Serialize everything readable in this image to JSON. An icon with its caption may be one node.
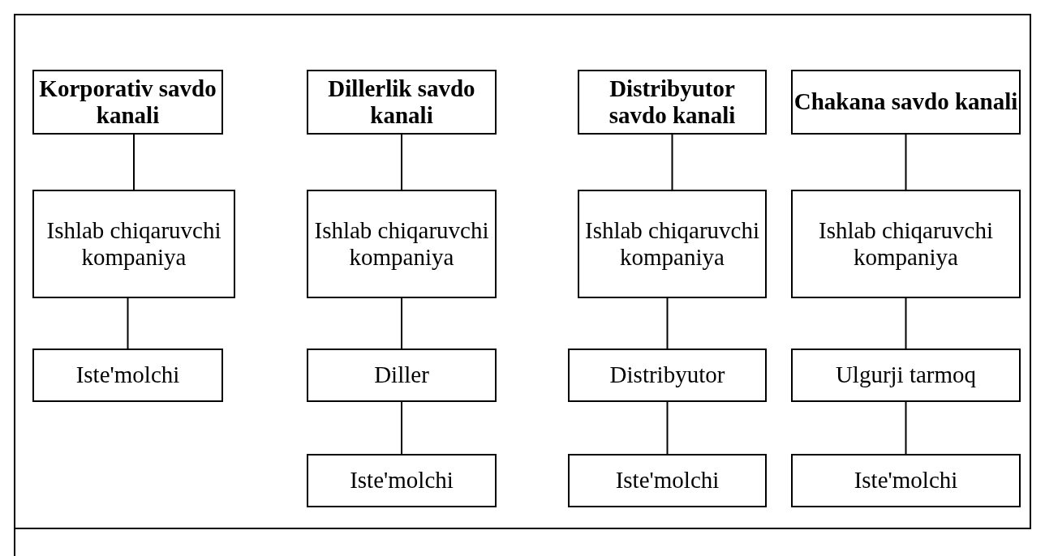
{
  "diagram": {
    "nodes": [
      {
        "text": [
          "Korporativ savdo kanali"
        ]
      },
      {
        "text": [
          "Dillerlik savdo kanali"
        ]
      },
      {
        "text": [
          "Distribyutor savdo kanali"
        ]
      },
      {
        "text": [
          "Chakana savdo kanali"
        ]
      },
      {
        "text": [
          "Ishlab chiqaruvchi kompaniya"
        ]
      },
      {
        "text": [
          "Ishlab chiqaruvchi kompaniya"
        ]
      },
      {
        "text": [
          "Ishlab chiqaruvchi kompaniya"
        ]
      },
      {
        "text": [
          "Ishlab chiqaruvchi kompaniya"
        ]
      },
      {
        "text": [
          "Iste'molchi"
        ]
      },
      {
        "text": [
          "Diller"
        ]
      },
      {
        "text": [
          "Distribyutor"
        ]
      },
      {
        "text": [
          "Ulgurji tarmoq"
        ]
      },
      {
        "text": [
          "Iste'molchi"
        ]
      },
      {
        "text": [
          "Iste'molchi"
        ]
      },
      {
        "text": [
          "Iste'molchi"
        ]
      }
    ],
    "edges": [
      {
        "from": 0,
        "to": 4,
        "arrow": "none"
      },
      {
        "from": 4,
        "to": 8,
        "arrow": "none"
      },
      {
        "from": 1,
        "to": 5,
        "arrow": "none"
      },
      {
        "from": 5,
        "to": 9,
        "arrow": "none"
      },
      {
        "from": 9,
        "to": 12,
        "arrow": "none"
      },
      {
        "from": 2,
        "to": 6,
        "arrow": "none"
      },
      {
        "from": 6,
        "to": 10,
        "arrow": "none"
      },
      {
        "from": 10,
        "to": 13,
        "arrow": "none"
      },
      {
        "from": 3,
        "to": 7,
        "arrow": "none"
      },
      {
        "from": 7,
        "to": 11,
        "arrow": "none"
      },
      {
        "from": 11,
        "to": 14,
        "arrow": "none"
      }
    ]
  }
}
